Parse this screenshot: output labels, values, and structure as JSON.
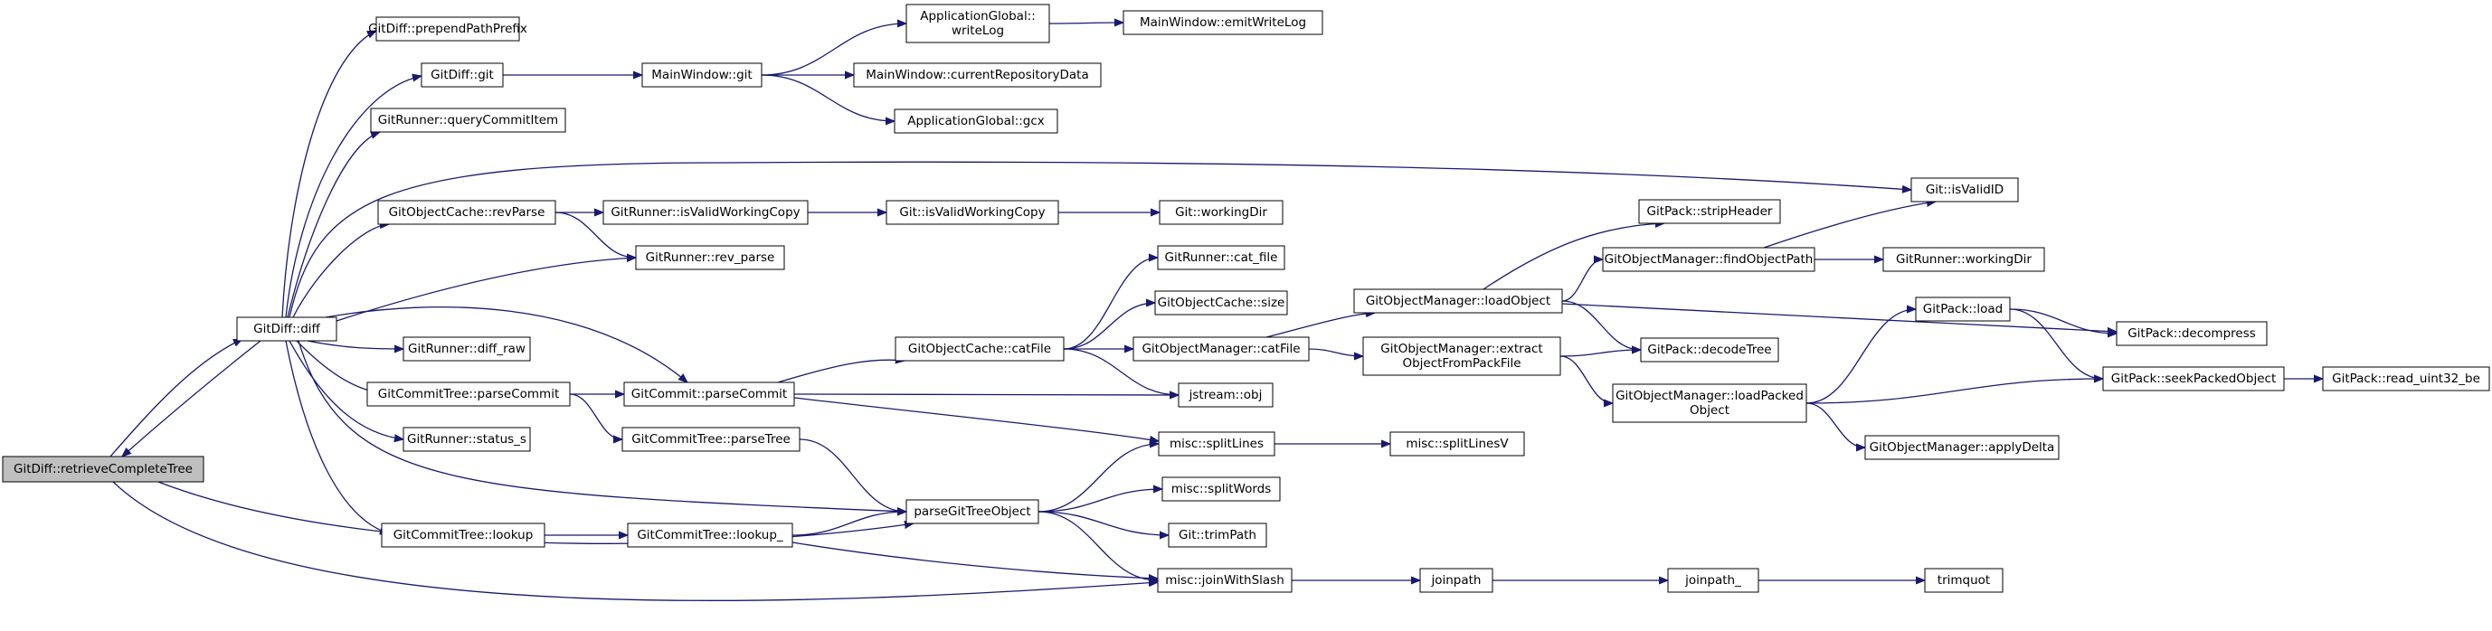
{
  "colors": {
    "edge": "#191970",
    "root_fill": "#bfbfbf",
    "node_fill": "#ffffff",
    "node_border": "#000000"
  },
  "nodes": [
    {
      "id": "retrieve",
      "lines": [
        "GitDiff::retrieveCompleteTree"
      ],
      "root": true
    },
    {
      "id": "diff",
      "lines": [
        "GitDiff::diff"
      ]
    },
    {
      "id": "prepend",
      "lines": [
        "GitDiff::prependPathPrefix"
      ]
    },
    {
      "id": "gitdiffgit",
      "lines": [
        "GitDiff::git"
      ]
    },
    {
      "id": "querycommit",
      "lines": [
        "GitRunner::queryCommitItem"
      ]
    },
    {
      "id": "revparse",
      "lines": [
        "GitObjectCache::revParse"
      ]
    },
    {
      "id": "diffraw",
      "lines": [
        "GitRunner::diff_raw"
      ]
    },
    {
      "id": "ctparsecommit",
      "lines": [
        "GitCommitTree::parseCommit"
      ]
    },
    {
      "id": "statuss",
      "lines": [
        "GitRunner::status_s"
      ]
    },
    {
      "id": "lookup",
      "lines": [
        "GitCommitTree::lookup"
      ]
    },
    {
      "id": "mwgit",
      "lines": [
        "MainWindow::git"
      ]
    },
    {
      "id": "isvalidwc",
      "lines": [
        "GitRunner::isValidWorkingCopy"
      ]
    },
    {
      "id": "rev_parse",
      "lines": [
        "GitRunner::rev_parse"
      ]
    },
    {
      "id": "gcparsecommit",
      "lines": [
        "GitCommit::parseCommit"
      ]
    },
    {
      "id": "parsetree",
      "lines": [
        "GitCommitTree::parseTree"
      ]
    },
    {
      "id": "lookup_",
      "lines": [
        "GitCommitTree::lookup_"
      ]
    },
    {
      "id": "writelog",
      "lines": [
        "ApplicationGlobal::",
        "writeLog"
      ]
    },
    {
      "id": "currepo",
      "lines": [
        "MainWindow::currentRepositoryData"
      ]
    },
    {
      "id": "gcx",
      "lines": [
        "ApplicationGlobal::gcx"
      ]
    },
    {
      "id": "gitisvalidwc",
      "lines": [
        "Git::isValidWorkingCopy"
      ]
    },
    {
      "id": "catfile",
      "lines": [
        "GitObjectCache::catFile"
      ]
    },
    {
      "id": "parsegittree",
      "lines": [
        "parseGitTreeObject"
      ]
    },
    {
      "id": "joinslash",
      "lines": [
        "misc::joinWithSlash"
      ]
    },
    {
      "id": "emitwritelog",
      "lines": [
        "MainWindow::emitWriteLog"
      ]
    },
    {
      "id": "workingdir",
      "lines": [
        "Git::workingDir"
      ]
    },
    {
      "id": "runnercatfile",
      "lines": [
        "GitRunner::cat_file"
      ]
    },
    {
      "id": "cachesize",
      "lines": [
        "GitObjectCache::size"
      ]
    },
    {
      "id": "omcatfile",
      "lines": [
        "GitObjectManager::catFile"
      ]
    },
    {
      "id": "jstream",
      "lines": [
        "jstream::obj"
      ]
    },
    {
      "id": "splitlines",
      "lines": [
        "misc::splitLines"
      ]
    },
    {
      "id": "splitwords",
      "lines": [
        "misc::splitWords"
      ]
    },
    {
      "id": "trimpath",
      "lines": [
        "Git::trimPath"
      ]
    },
    {
      "id": "joinpath",
      "lines": [
        "joinpath"
      ]
    },
    {
      "id": "loadobject",
      "lines": [
        "GitObjectManager::loadObject"
      ]
    },
    {
      "id": "extract",
      "lines": [
        "GitObjectManager::extract",
        "ObjectFromPackFile"
      ]
    },
    {
      "id": "splitlinesv",
      "lines": [
        "misc::splitLinesV"
      ]
    },
    {
      "id": "joinpath_",
      "lines": [
        "joinpath_"
      ]
    },
    {
      "id": "stripheader",
      "lines": [
        "GitPack::stripHeader"
      ]
    },
    {
      "id": "findobjpath",
      "lines": [
        "GitObjectManager::findObjectPath"
      ]
    },
    {
      "id": "decodetree",
      "lines": [
        "GitPack::decodeTree"
      ]
    },
    {
      "id": "loadpacked",
      "lines": [
        "GitObjectManager::loadPacked",
        "Object"
      ]
    },
    {
      "id": "trimquot",
      "lines": [
        "trimquot"
      ]
    },
    {
      "id": "isvalidid",
      "lines": [
        "Git::isValidID"
      ]
    },
    {
      "id": "runnerworkingdir",
      "lines": [
        "GitRunner::workingDir"
      ]
    },
    {
      "id": "gpload",
      "lines": [
        "GitPack::load"
      ]
    },
    {
      "id": "applydelta",
      "lines": [
        "GitObjectManager::applyDelta"
      ]
    },
    {
      "id": "decompress",
      "lines": [
        "GitPack::decompress"
      ]
    },
    {
      "id": "seekpacked",
      "lines": [
        "GitPack::seekPackedObject"
      ]
    },
    {
      "id": "readuint",
      "lines": [
        "GitPack::read_uint32_be"
      ]
    }
  ],
  "edges": [
    [
      "retrieve",
      "diff"
    ],
    [
      "diff",
      "retrieve"
    ],
    [
      "retrieve",
      "parsegittree"
    ],
    [
      "retrieve",
      "joinslash"
    ],
    [
      "diff",
      "prepend"
    ],
    [
      "diff",
      "gitdiffgit"
    ],
    [
      "diff",
      "querycommit"
    ],
    [
      "diff",
      "isvalidid"
    ],
    [
      "diff",
      "revparse"
    ],
    [
      "diff",
      "rev_parse"
    ],
    [
      "diff",
      "diffraw"
    ],
    [
      "diff",
      "gcparsecommit"
    ],
    [
      "diff",
      "ctparsecommit"
    ],
    [
      "diff",
      "statuss"
    ],
    [
      "diff",
      "parsegittree"
    ],
    [
      "diff",
      "lookup"
    ],
    [
      "gitdiffgit",
      "mwgit"
    ],
    [
      "mwgit",
      "writelog"
    ],
    [
      "mwgit",
      "currepo"
    ],
    [
      "mwgit",
      "gcx"
    ],
    [
      "writelog",
      "emitwritelog"
    ],
    [
      "revparse",
      "isvalidwc"
    ],
    [
      "revparse",
      "rev_parse"
    ],
    [
      "isvalidwc",
      "gitisvalidwc"
    ],
    [
      "gitisvalidwc",
      "workingdir"
    ],
    [
      "ctparsecommit",
      "gcparsecommit"
    ],
    [
      "ctparsecommit",
      "parsetree"
    ],
    [
      "gcparsecommit",
      "catfile"
    ],
    [
      "gcparsecommit",
      "jstream"
    ],
    [
      "gcparsecommit",
      "splitlines"
    ],
    [
      "parsetree",
      "parsegittree"
    ],
    [
      "lookup",
      "lookup_"
    ],
    [
      "lookup_",
      "parsegittree"
    ],
    [
      "lookup_",
      "joinslash"
    ],
    [
      "catfile",
      "runnercatfile"
    ],
    [
      "catfile",
      "cachesize"
    ],
    [
      "catfile",
      "omcatfile"
    ],
    [
      "catfile",
      "jstream"
    ],
    [
      "omcatfile",
      "loadobject"
    ],
    [
      "omcatfile",
      "extract"
    ],
    [
      "loadobject",
      "stripheader"
    ],
    [
      "loadobject",
      "findobjpath"
    ],
    [
      "loadobject",
      "decodetree"
    ],
    [
      "loadobject",
      "decompress"
    ],
    [
      "findobjpath",
      "isvalidid"
    ],
    [
      "findobjpath",
      "runnerworkingdir"
    ],
    [
      "extract",
      "decodetree"
    ],
    [
      "extract",
      "loadpacked"
    ],
    [
      "loadpacked",
      "gpload"
    ],
    [
      "loadpacked",
      "seekpacked"
    ],
    [
      "loadpacked",
      "applydelta"
    ],
    [
      "gpload",
      "decompress"
    ],
    [
      "gpload",
      "seekpacked"
    ],
    [
      "seekpacked",
      "readuint"
    ],
    [
      "parsegittree",
      "splitlines"
    ],
    [
      "parsegittree",
      "splitwords"
    ],
    [
      "parsegittree",
      "trimpath"
    ],
    [
      "parsegittree",
      "joinslash"
    ],
    [
      "splitlines",
      "splitlinesv"
    ],
    [
      "joinslash",
      "joinpath"
    ],
    [
      "joinpath",
      "joinpath_"
    ],
    [
      "joinpath_",
      "trimquot"
    ]
  ]
}
